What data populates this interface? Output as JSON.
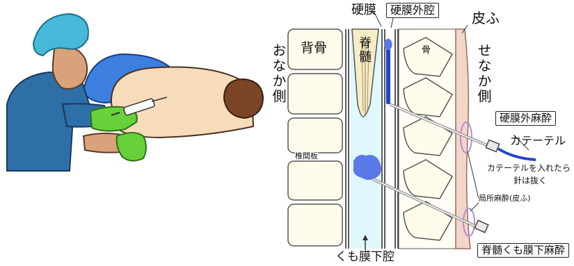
{
  "labels": {
    "dura": "硬膜",
    "epidural_space": "硬膜外腔",
    "skin": "皮ふ",
    "belly_side": "おなか側",
    "back_side": "せなか側",
    "vertebra": "背骨",
    "spinal_cord": "脊髄",
    "bone": "骨",
    "intervertebral_disc": "椎間板",
    "epidural_anesthesia": "硬膜外麻酔",
    "catheter": "カテーテル",
    "needle_note_1": "カテーテルを入れたら",
    "needle_note_2": "針は抜く",
    "local_anesthesia": "局所麻酔(皮ふ)",
    "subarachnoid_space": "くも膜下腔",
    "spinal_anesthesia": "脊髄くも膜下麻酔"
  },
  "colors": {
    "skin_layer": "#f2d6c9",
    "csf": "#dff8fb",
    "anesthetic": "#5a78e8",
    "catheter": "#2246c8",
    "cap": "#46b8d8",
    "glove": "#66d13a",
    "shirt": "#2f6fa8",
    "patient_skin": "#f7dcbc",
    "hair": "#7a4526",
    "gown": "#3c7fe0"
  },
  "icons": [
    "doctor-figure",
    "patient-figure",
    "syringe-icon",
    "needle-icon",
    "catheter-icon"
  ]
}
